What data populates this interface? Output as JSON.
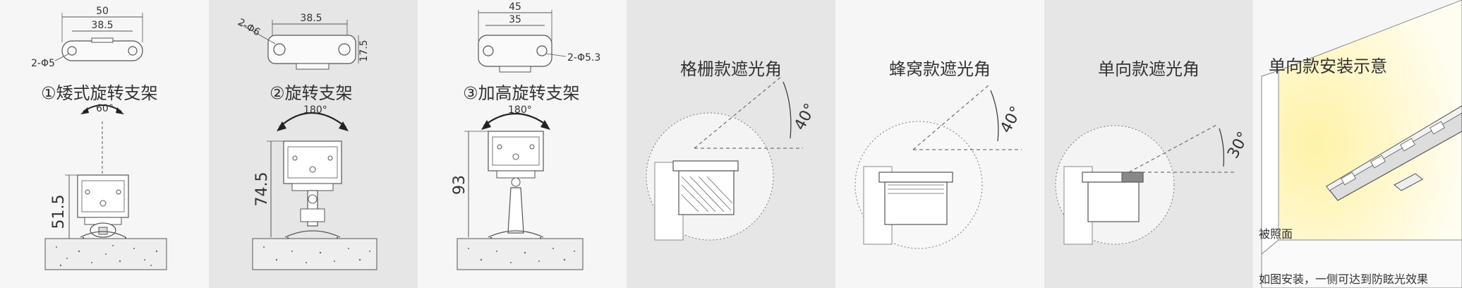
{
  "panels": {
    "p1": {
      "title": "①矮式旋转支架",
      "d_width": "50",
      "d_inner": "38.5",
      "d_hole": "2-Φ5",
      "d_angle": "60°",
      "d_height": "51.5"
    },
    "p2": {
      "title": "②旋转支架",
      "d_inner": "38.5",
      "d_hole": "2-Φ6",
      "d_side": "17.5",
      "d_angle": "180°",
      "d_height": "74.5"
    },
    "p3": {
      "title": "③加高旋转支架",
      "d_width": "45",
      "d_inner": "35",
      "d_hole": "2-Φ5.3",
      "d_angle": "180°",
      "d_height": "93"
    },
    "p4": {
      "title": "格栅款遮光角",
      "d_angle": "40°"
    },
    "p5": {
      "title": "蜂窝款遮光角",
      "d_angle": "40°"
    },
    "p6": {
      "title": "单向款遮光角",
      "d_angle": "30°"
    },
    "p7": {
      "title": "单向款安装示意",
      "surface_label": "被照面",
      "note": "如图安装，一侧可达到防眩光效果"
    }
  },
  "colors": {
    "panel_light": "#f6f6f6",
    "panel_dark": "#e6e6e6",
    "line": "#555555",
    "glow": "#fff2a8"
  }
}
